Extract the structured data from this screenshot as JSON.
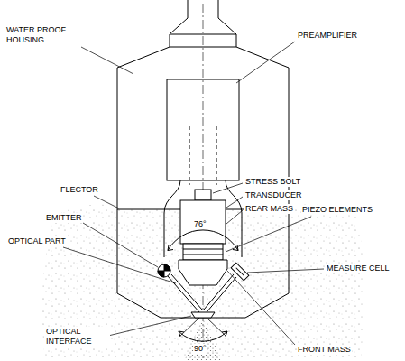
{
  "diagram": {
    "labels": [
      "WATER PROOF HOUSING",
      "PREAMPLIFIER",
      "STRESS BOLT",
      "TRANSDUCER",
      "REAR MASS",
      "PIEZO ELEMENTS",
      "FLECTOR",
      "EMITTER",
      "OPTICAL PART",
      "MEASURE CELL",
      "OPTICAL INTERFACE",
      "FRONT MASS",
      "76°",
      "90°"
    ]
  }
}
